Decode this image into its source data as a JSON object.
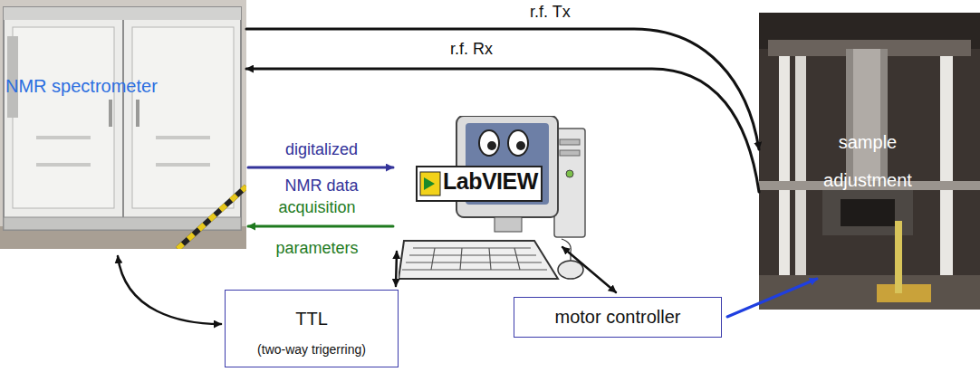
{
  "diagram": {
    "nodes": [
      {
        "text": [
          "NMR spectrometer"
        ]
      },
      {
        "text": [
          "LabVIEW"
        ]
      },
      {
        "text": [
          "sample adjustment"
        ]
      },
      {
        "text": [
          "TTL",
          "(two-way trigerring)"
        ]
      },
      {
        "text": [
          "motor controller"
        ]
      }
    ],
    "edges": [
      {
        "from": 0,
        "to": 2,
        "label": "r.f. Tx",
        "arrow": "to"
      },
      {
        "from": 2,
        "to": 0,
        "label": "r.f. Rx",
        "arrow": "to"
      },
      {
        "from": 0,
        "to": 1,
        "label": "digitalized NMR data",
        "arrow": "to"
      },
      {
        "from": 1,
        "to": 0,
        "label": "acquisition parameters",
        "arrow": "to"
      },
      {
        "from": 0,
        "to": 3,
        "arrow": "both"
      },
      {
        "from": 1,
        "to": 3,
        "arrow": "both"
      },
      {
        "from": 1,
        "to": 4,
        "arrow": "both"
      },
      {
        "from": 4,
        "to": 2,
        "arrow": "to"
      }
    ]
  }
}
